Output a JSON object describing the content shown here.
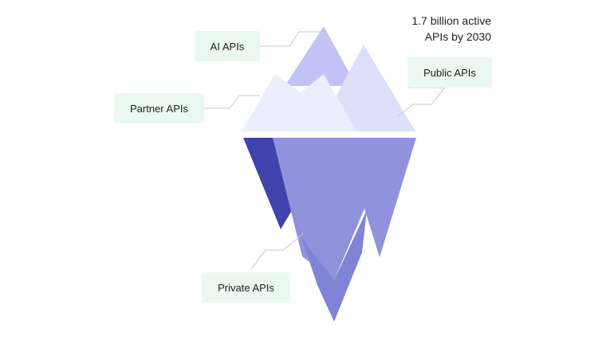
{
  "labels": {
    "ai": "AI APIs",
    "partner": "Partner APIs",
    "public": "Public APIs",
    "private": "Private APIs"
  },
  "stat": {
    "line1": "1.7 billion active",
    "line2": "APIs by 2030"
  },
  "colors": {
    "label_bg": "#eaf8f1",
    "peak_ai": "#c1c2f6",
    "peak_public": "#dedff9",
    "peak_partner": "#edeefd",
    "underwater_main": "#9092dc",
    "underwater_dark": "#3f43ab",
    "underwater_mid": "#8183d6",
    "connector": "#c8c8c8"
  }
}
